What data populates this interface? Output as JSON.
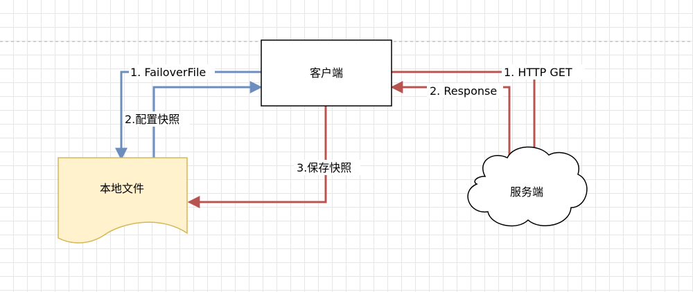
{
  "nodes": {
    "client": {
      "label": "客户端"
    },
    "local_file": {
      "label": "本地文件"
    },
    "server": {
      "label": "服务端"
    }
  },
  "edges": {
    "failover_file": {
      "label": "1. FailoverFile"
    },
    "config_snapshot": {
      "label": "2.配置快照"
    },
    "save_snapshot": {
      "label": "3.保存快照"
    },
    "http_get": {
      "label": "1. HTTP GET"
    },
    "response": {
      "label": "2. Response"
    }
  },
  "colors": {
    "blue_edge": "#6c8ebf",
    "red_edge": "#b85450",
    "file_fill": "#fff2cc",
    "file_stroke": "#d6b656",
    "page_break": "#bdbdbd"
  }
}
